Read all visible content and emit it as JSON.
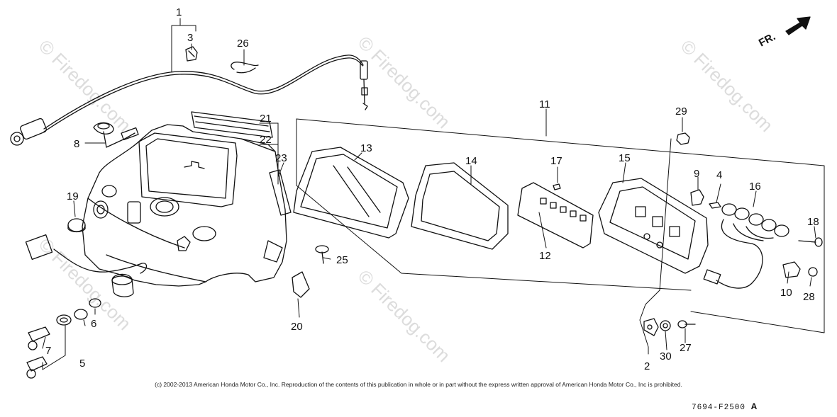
{
  "watermark": "© Firedog.com",
  "direction_label": "FR.",
  "callouts": [
    "1",
    "2",
    "3",
    "4",
    "5",
    "6",
    "7",
    "8",
    "9",
    "10",
    "11",
    "12",
    "13",
    "14",
    "15",
    "16",
    "17",
    "18",
    "19",
    "20",
    "21",
    "22",
    "23",
    "25",
    "26",
    "27",
    "28",
    "29",
    "30"
  ],
  "copyright": "(c) 2002-2013 American Honda Motor Co., Inc. Reproduction of the contents of this publication in whole or in part without the express written approval of American Honda Motor Co., Inc is prohibited.",
  "doc_id": "7694-F2500",
  "doc_id_suffix": "A"
}
